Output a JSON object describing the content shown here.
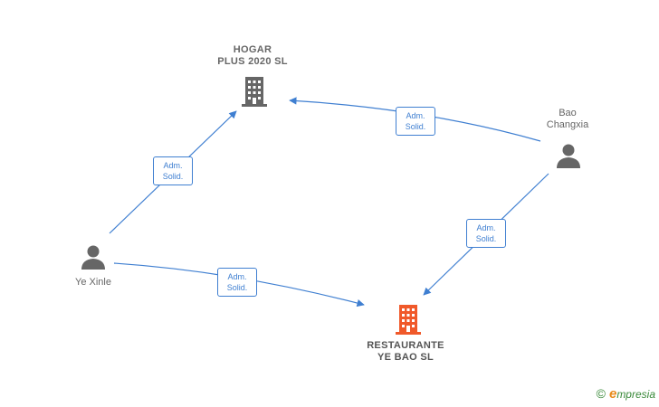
{
  "nodes": {
    "hogar": {
      "line1": "HOGAR",
      "line2": "PLUS 2020  SL"
    },
    "restaurante": {
      "line1": "RESTAURANTE",
      "line2": "YE BAO  SL"
    },
    "bao": {
      "line1": "Bao",
      "line2": "Changxia"
    },
    "ye": {
      "label": "Ye Xinle"
    }
  },
  "edges": {
    "ye_hogar": {
      "line1": "Adm.",
      "line2": "Solid."
    },
    "bao_hogar": {
      "line1": "Adm.",
      "line2": "Solid."
    },
    "bao_restaurante": {
      "line1": "Adm.",
      "line2": "Solid."
    },
    "ye_restaurante": {
      "line1": "Adm.",
      "line2": "Solid."
    }
  },
  "colors": {
    "edge": "#3f7fd1",
    "company_icon": "#666666",
    "highlight_company_icon": "#f0592a",
    "person_icon": "#666666"
  },
  "icons": {
    "company": "building-icon",
    "person": "person-icon"
  },
  "brand": {
    "copyright": "©",
    "initial": "e",
    "rest": "mpresia"
  }
}
